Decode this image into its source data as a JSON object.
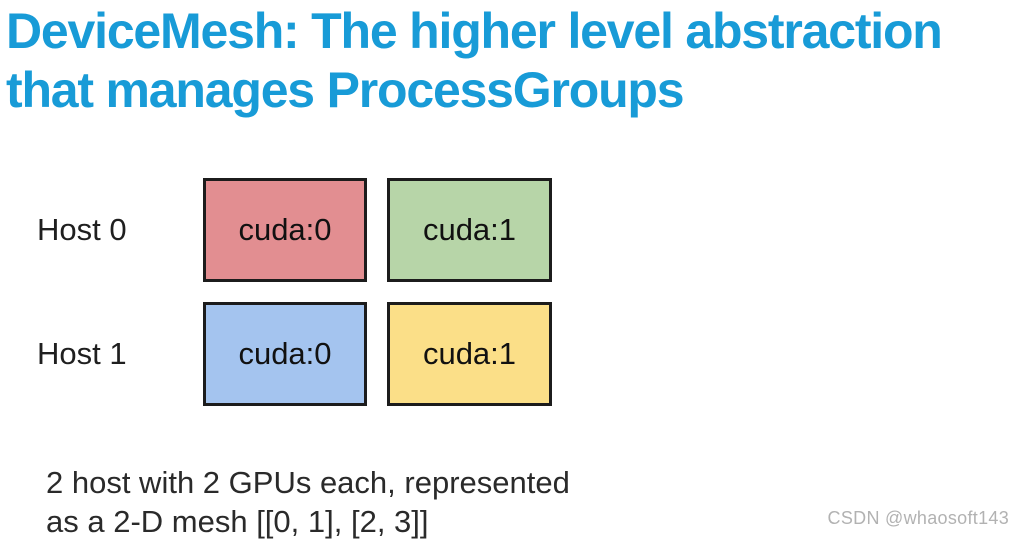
{
  "title": {
    "text": "DeviceMesh: The higher level abstraction that manages ProcessGroups",
    "color": "#189bd7"
  },
  "mesh": {
    "border_color": "#1c1c1c",
    "rows": [
      {
        "host": "Host 0",
        "devices": [
          {
            "label": "cuda:0",
            "color": "#e28e91"
          },
          {
            "label": "cuda:1",
            "color": "#b7d5a8"
          }
        ]
      },
      {
        "host": "Host 1",
        "devices": [
          {
            "label": "cuda:0",
            "color": "#a4c4ef"
          },
          {
            "label": "cuda:1",
            "color": "#fbdf88"
          }
        ]
      }
    ]
  },
  "caption": {
    "text": "2 host with 2 GPUs each, represented\nas a 2-D mesh [[0, 1], [2, 3]]"
  },
  "watermark": {
    "text": "CSDN @whaosoft143",
    "color": "#b2b2b2"
  }
}
